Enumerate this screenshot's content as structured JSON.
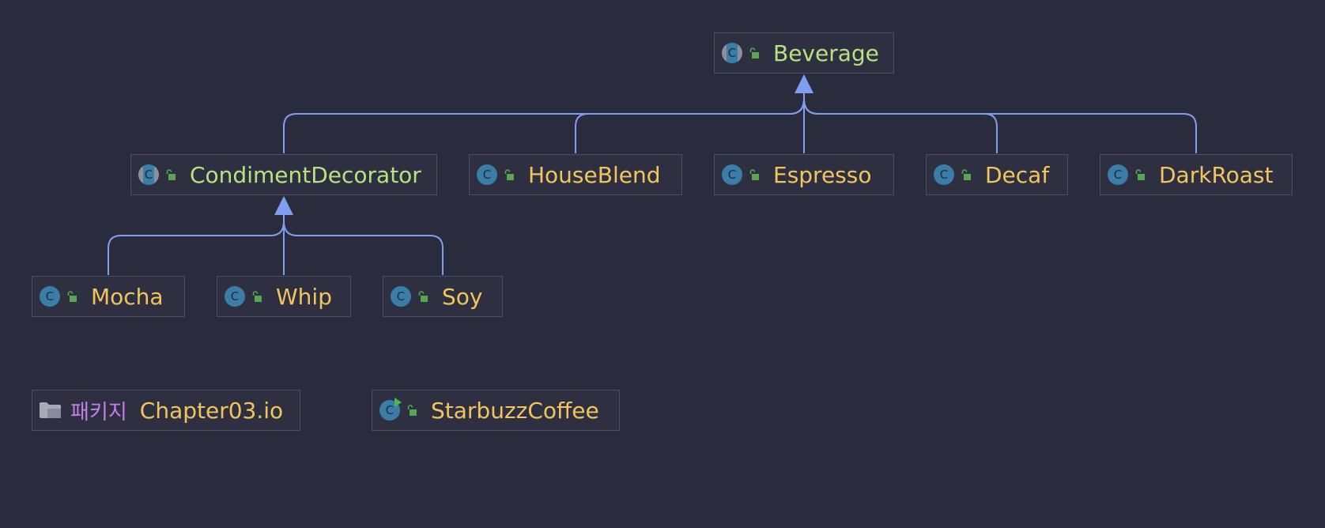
{
  "diagram": {
    "colors": {
      "background": "#2a2c3d",
      "node_fill": "#2e3042",
      "node_border": "#4b4e66",
      "edge": "#7f9ef0",
      "class_name": "#f2c55c",
      "abstract_class_name": "#b8e27f",
      "keyword": "#c57ee8",
      "class_icon": "#3a7ea8",
      "lock_icon": "#59a552"
    },
    "nodes": {
      "beverage": {
        "name": "Beverage",
        "kind": "abstract-class"
      },
      "condiment_decorator": {
        "name": "CondimentDecorator",
        "kind": "abstract-class"
      },
      "house_blend": {
        "name": "HouseBlend",
        "kind": "class"
      },
      "espresso": {
        "name": "Espresso",
        "kind": "class"
      },
      "decaf": {
        "name": "Decaf",
        "kind": "class"
      },
      "dark_roast": {
        "name": "DarkRoast",
        "kind": "class"
      },
      "mocha": {
        "name": "Mocha",
        "kind": "class"
      },
      "whip": {
        "name": "Whip",
        "kind": "class"
      },
      "soy": {
        "name": "Soy",
        "kind": "class"
      },
      "starbuzz_coffee": {
        "name": "StarbuzzCoffee",
        "kind": "runnable-class"
      }
    },
    "package": {
      "keyword": "패키지",
      "name": "Chapter03.io"
    },
    "icons": {
      "class_letter": "C",
      "class_icon": "class-icon",
      "abstract_icon": "abstract-class-icon",
      "runnable_icon": "runnable-class-icon",
      "visibility_icon": "public-lock-icon",
      "package_icon": "folder-icon"
    },
    "edges": [
      {
        "from": "condiment_decorator",
        "to": "beverage",
        "type": "extends"
      },
      {
        "from": "house_blend",
        "to": "beverage",
        "type": "extends"
      },
      {
        "from": "espresso",
        "to": "beverage",
        "type": "extends"
      },
      {
        "from": "decaf",
        "to": "beverage",
        "type": "extends"
      },
      {
        "from": "dark_roast",
        "to": "beverage",
        "type": "extends"
      },
      {
        "from": "mocha",
        "to": "condiment_decorator",
        "type": "extends"
      },
      {
        "from": "whip",
        "to": "condiment_decorator",
        "type": "extends"
      },
      {
        "from": "soy",
        "to": "condiment_decorator",
        "type": "extends"
      }
    ]
  }
}
